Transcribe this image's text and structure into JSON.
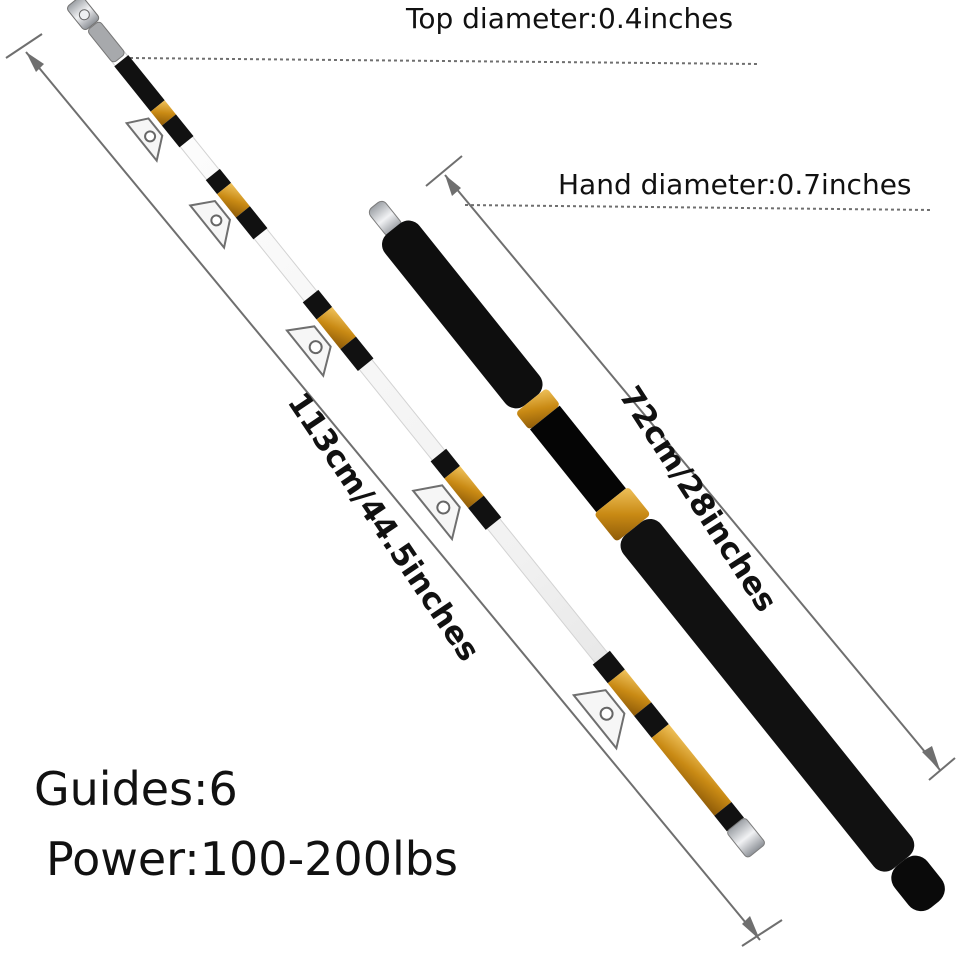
{
  "labels": {
    "top_diameter": "Top diameter:0.4inches",
    "hand_diameter": "Hand diameter:0.7inches",
    "overall_length": "113cm/44.5inches",
    "handle_length": "72cm/28inches",
    "guides": "Guides:6",
    "power": "Power:100-200lbs"
  },
  "colors": {
    "background": "#ffffff",
    "rod_black": "#111111",
    "rod_white": "#f4f4f4",
    "wrap_gold": "#d69a1d",
    "guide_silver": "#bfc3c7",
    "dimension_line": "#6f6f6f"
  },
  "icons": {
    "roller_guide": "roller-guide-icon",
    "rod_tip_top": "rod-tip-icon",
    "gimbal_butt": "gimbal-butt-icon"
  }
}
